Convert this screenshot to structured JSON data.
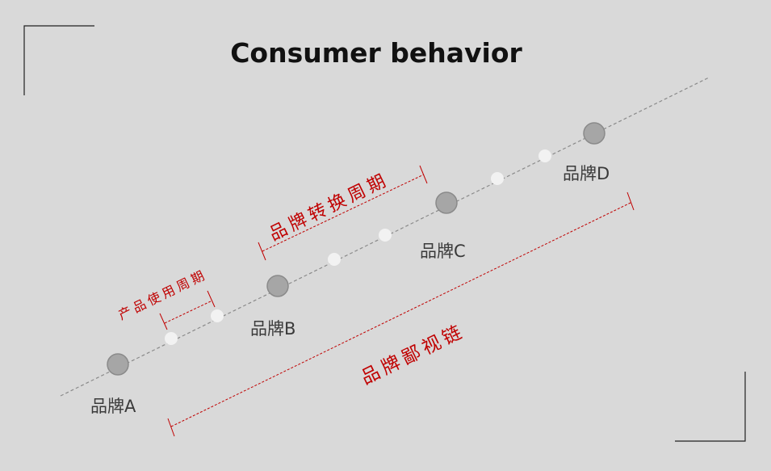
{
  "title": "Consumer behavior",
  "brands": [
    "品牌A",
    "品牌B",
    "品牌C",
    "品牌D"
  ],
  "annotations": {
    "usage_cycle": "产品使用周期",
    "switch_cycle": "品牌转换周期",
    "disdain_chain": "品牌鄙视链"
  },
  "colors": {
    "background": "#d9d9d9",
    "accent": "#c00000",
    "node": "#a6a6a6",
    "dot": "#f2f2f2",
    "text": "#3a3a3a"
  }
}
